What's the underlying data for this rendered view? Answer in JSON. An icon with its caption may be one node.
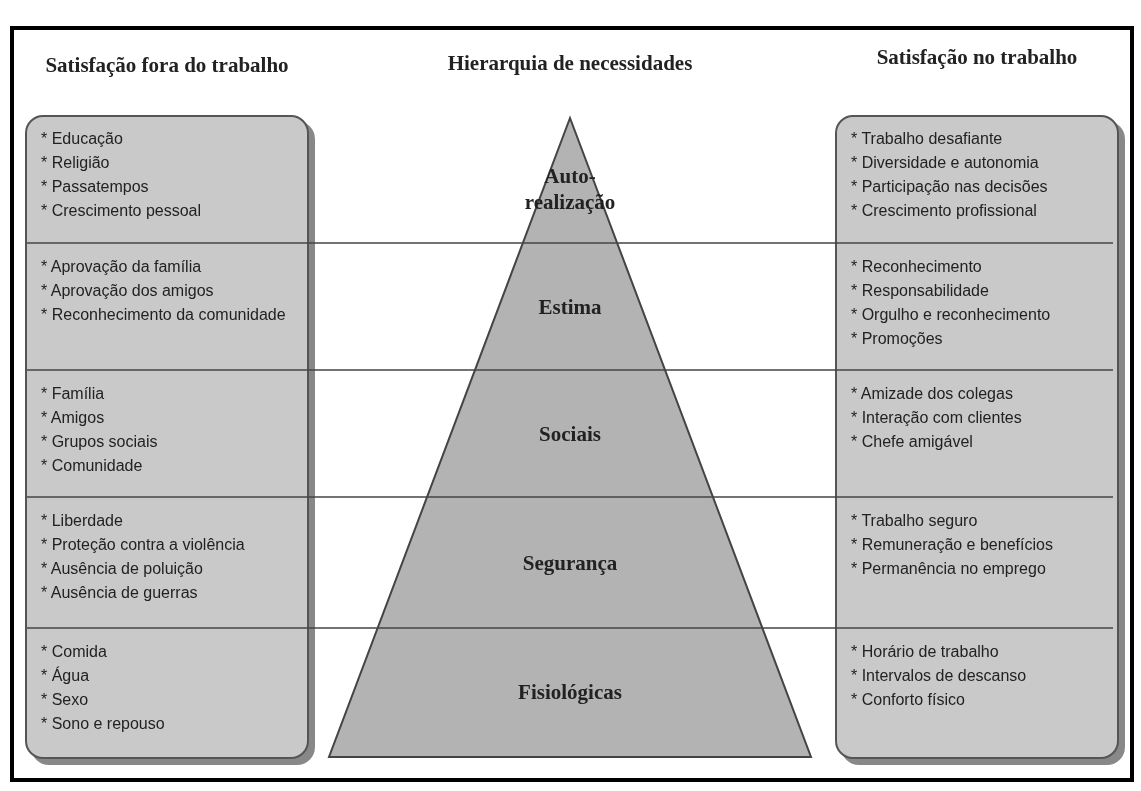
{
  "diagram": {
    "nodes": [
      {
        "text": [
          "Satisfação fora do trabalho"
        ]
      },
      {
        "text": [
          "* Educação",
          "* Religião",
          "* Passatempos",
          "* Crescimento pessoal"
        ],
        "in": 0
      },
      {
        "text": [
          "* Aprovação da família",
          "* Aprovação dos amigos",
          "* Reconhecimento da comunidade"
        ],
        "in": 0
      },
      {
        "text": [
          "* Família",
          "* Amigos",
          "* Grupos sociais",
          "* Comunidade"
        ],
        "in": 0
      },
      {
        "text": [
          "* Liberdade",
          "* Proteção contra a violência",
          "* Ausência de poluição",
          "* Ausência de guerras"
        ],
        "in": 0
      },
      {
        "text": [
          "* Comida",
          "* Água",
          "* Sexo",
          "* Sono e repouso"
        ],
        "in": 0
      },
      {
        "text": [
          "Hierarquia de necessidades"
        ]
      },
      {
        "text": [
          "Auto-realização"
        ],
        "in": 6
      },
      {
        "text": [
          "Estima"
        ],
        "in": 6
      },
      {
        "text": [
          "Sociais"
        ],
        "in": 6
      },
      {
        "text": [
          "Segurança"
        ],
        "in": 6
      },
      {
        "text": [
          "Fisiológicas"
        ],
        "in": 6
      },
      {
        "text": [
          "Satisfação no trabalho"
        ]
      },
      {
        "text": [
          "* Trabalho desafiante",
          "* Diversidade e autonomia",
          "* Participação nas decisões",
          "* Crescimento profissional"
        ],
        "in": 12
      },
      {
        "text": [
          "* Reconhecimento",
          "* Responsabilidade",
          "* Orgulho e reconhecimento",
          "* Promoções"
        ],
        "in": 12
      },
      {
        "text": [
          "* Amizade dos colegas",
          "* Interação com clientes",
          "* Chefe amigável"
        ],
        "in": 12
      },
      {
        "text": [
          "* Trabalho seguro",
          "* Remuneração e benefícios",
          "* Permanência no emprego"
        ],
        "in": 12
      },
      {
        "text": [
          "* Horário de trabalho",
          "* Intervalos de descanso",
          "* Conforto físico"
        ],
        "in": 12
      }
    ],
    "edges": []
  }
}
